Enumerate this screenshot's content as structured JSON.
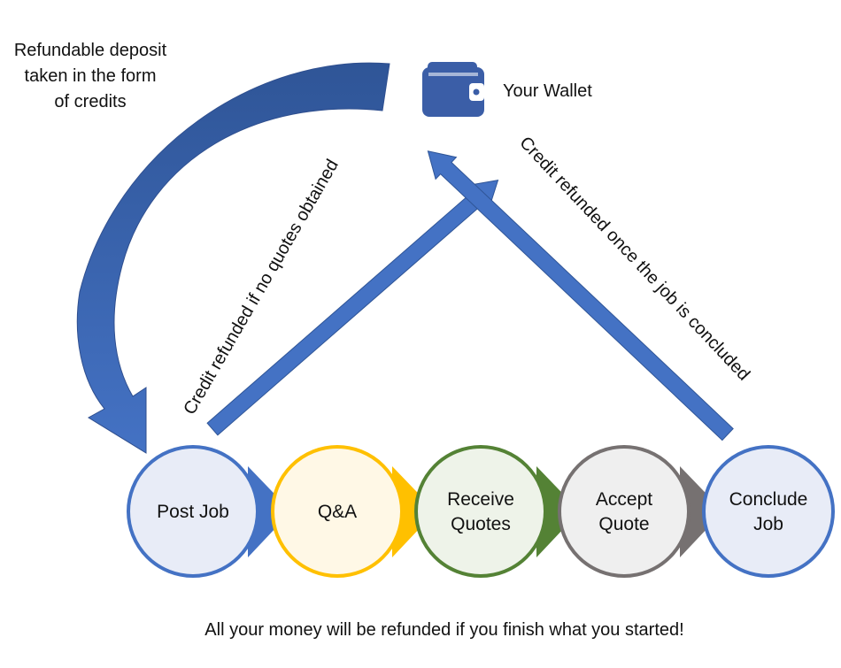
{
  "deposit_label": {
    "line1": "Refundable deposit",
    "line2": "taken in the form",
    "line3": "of credits"
  },
  "wallet_label": "Your Wallet",
  "refund_no_quotes_label": "Credit refunded if no quotes obtained",
  "refund_concluded_label": "Credit refunded once the job is concluded",
  "footer_text": "All your money will be refunded if you finish what you started!",
  "steps": [
    {
      "line1": "Post Job",
      "line2": "",
      "fill": "#e8ecf7",
      "stroke": "#4472c4"
    },
    {
      "line1": "Q&A",
      "line2": "",
      "fill": "#fff8e6",
      "stroke": "#ffc000"
    },
    {
      "line1": "Receive",
      "line2": "Quotes",
      "fill": "#eef3e9",
      "stroke": "#548235"
    },
    {
      "line1": "Accept",
      "line2": "Quote",
      "fill": "#efefef",
      "stroke": "#767171"
    },
    {
      "line1": "Conclude",
      "line2": "Job",
      "fill": "#e8ecf7",
      "stroke": "#4472c4"
    }
  ],
  "colors": {
    "arrow_blue": "#4472c4",
    "arrow_blue_dark": "#2f5597",
    "wallet_blue": "#3b5ea7"
  },
  "icons": {
    "wallet": "wallet-icon"
  }
}
